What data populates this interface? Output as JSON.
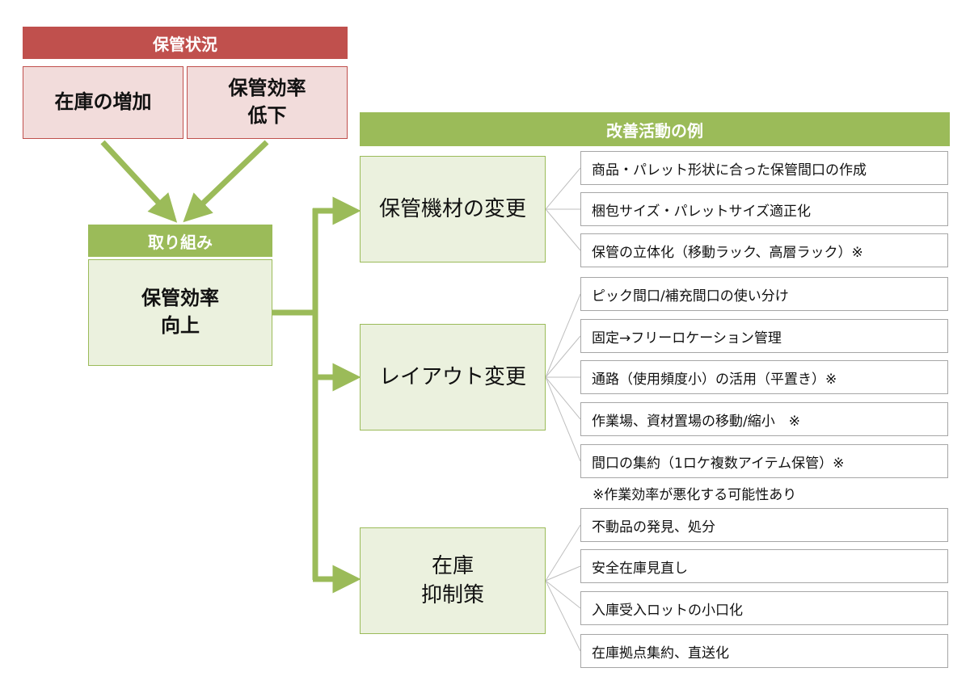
{
  "storage_status": {
    "header": "保管状況",
    "causes": [
      "在庫の増加",
      "保管効率\n低下"
    ]
  },
  "action": {
    "header": "取り組み",
    "label": "保管効率\n向上"
  },
  "improvement": {
    "header": "改善活動の例",
    "categories": [
      {
        "label": "保管機材の変更",
        "items": [
          "商品・パレット形状に合った保管間口の作成",
          "梱包サイズ・パレットサイズ適正化",
          "保管の立体化（移動ラック、高層ラック）※"
        ]
      },
      {
        "label": "レイアウト変更",
        "items": [
          "ピック間口/補充間口の使い分け",
          "固定→フリーロケーション管理",
          "通路（使用頻度小）の活用（平置き）※",
          "作業場、資材置場の移動/縮小　※",
          "間口の集約（1ロケ複数アイテム保管）※"
        ]
      },
      {
        "label": "在庫\n抑制策",
        "items": [
          "不動品の発見、処分",
          "安全在庫見直し",
          "入庫受入ロットの小口化",
          "在庫拠点集約、直送化"
        ]
      }
    ],
    "note": "※作業効率が悪化する可能性あり"
  },
  "colors": {
    "red": "#c0504d",
    "pink": "#f2dcdb",
    "green": "#9bbb59",
    "light_green": "#ebf1de",
    "gray_border": "#a6a6a6"
  }
}
